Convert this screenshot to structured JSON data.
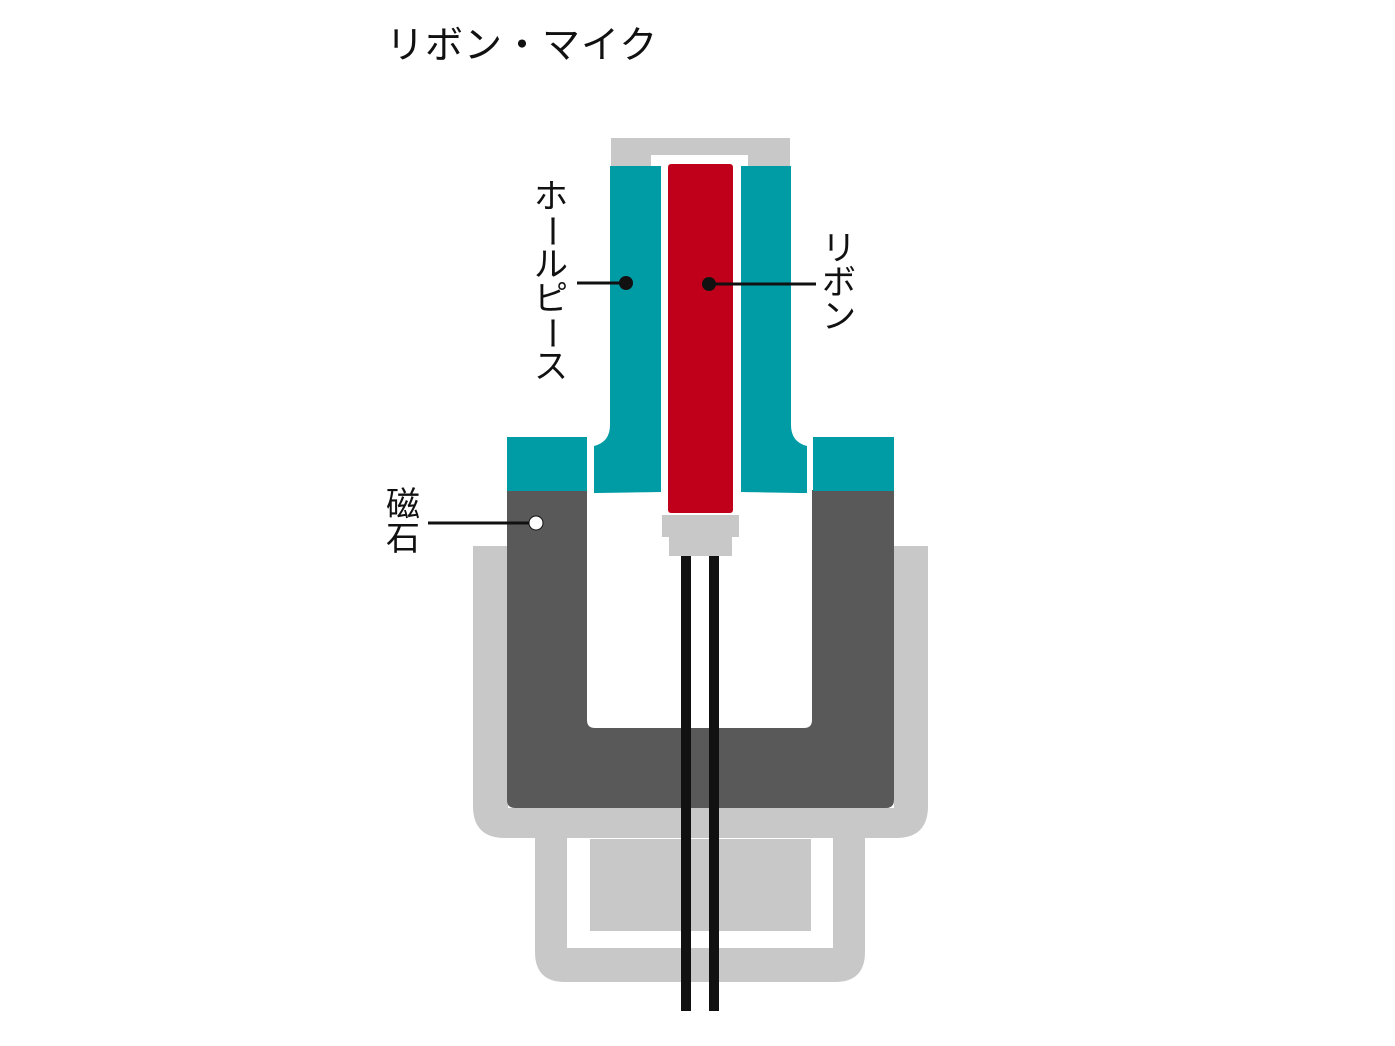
{
  "title": "リボン・マイク",
  "labels": {
    "pole_piece": "ホールピース",
    "ribbon": "リボン",
    "magnet": "磁石"
  },
  "colors": {
    "pole_piece": "#009ca6",
    "ribbon": "#c0001a",
    "magnet": "#595959",
    "housing": "#c8c8c8",
    "lead": "#111111",
    "background": "#ffffff"
  }
}
